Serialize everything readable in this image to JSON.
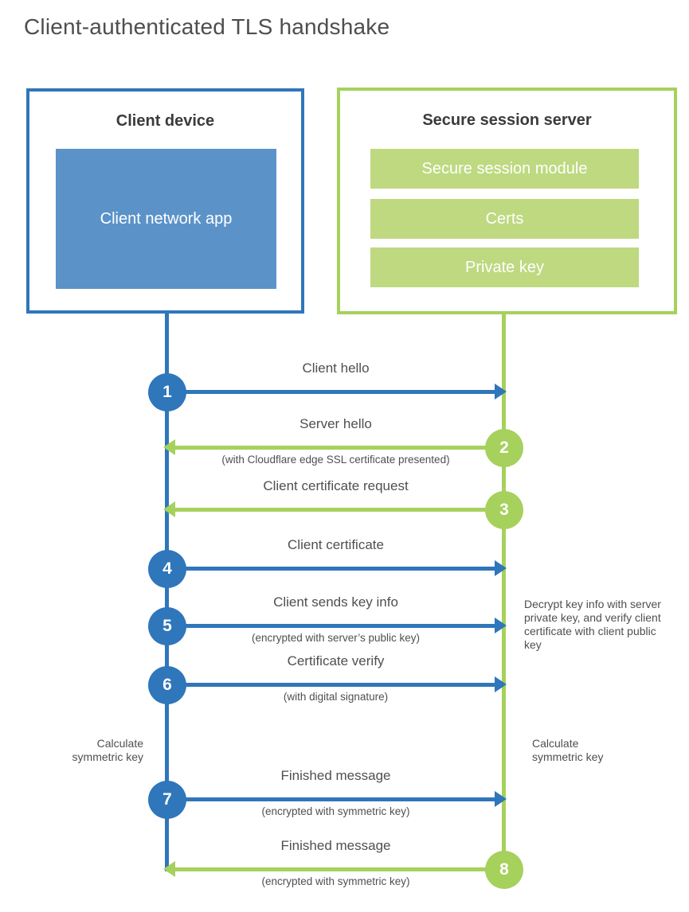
{
  "title": "Client-authenticated TLS handshake",
  "colors": {
    "blue_stroke": "#2f76bb",
    "blue_fill": "#5b93c9",
    "green_stroke": "#a6d15c",
    "green_fill": "#bed980",
    "text": "#4f4f4f",
    "heading": "#3b3b3b"
  },
  "client_box": {
    "title": "Client device",
    "inner_label": "Client network app"
  },
  "server_box": {
    "title": "Secure session server",
    "modules": [
      "Secure session module",
      "Certs",
      "Private key"
    ]
  },
  "steps": [
    {
      "number": "1",
      "label": "Client hello",
      "sublabel": "",
      "direction": "right"
    },
    {
      "number": "2",
      "label": "Server hello",
      "sublabel": "(with Cloudflare edge SSL certificate presented)",
      "direction": "left"
    },
    {
      "number": "3",
      "label": "Client certificate request",
      "sublabel": "",
      "direction": "left"
    },
    {
      "number": "4",
      "label": "Client certificate",
      "sublabel": "",
      "direction": "right"
    },
    {
      "number": "5",
      "label": "Client sends key info",
      "sublabel": "(encrypted with server’s public key)",
      "direction": "right"
    },
    {
      "number": "6",
      "label": "Certificate verify",
      "sublabel": "(with digital signature)",
      "direction": "right"
    },
    {
      "number": "7",
      "label": "Finished message",
      "sublabel": "(encrypted with symmetric key)",
      "direction": "right"
    },
    {
      "number": "8",
      "label": "Finished message",
      "sublabel": "(encrypted with symmetric key)",
      "direction": "left"
    }
  ],
  "annotations": {
    "decrypt_note": "Decrypt key info with server private key, and verify client certificate with client public key",
    "calc_left": "Calculate symmetric key",
    "calc_right": "Calculate symmetric key"
  }
}
